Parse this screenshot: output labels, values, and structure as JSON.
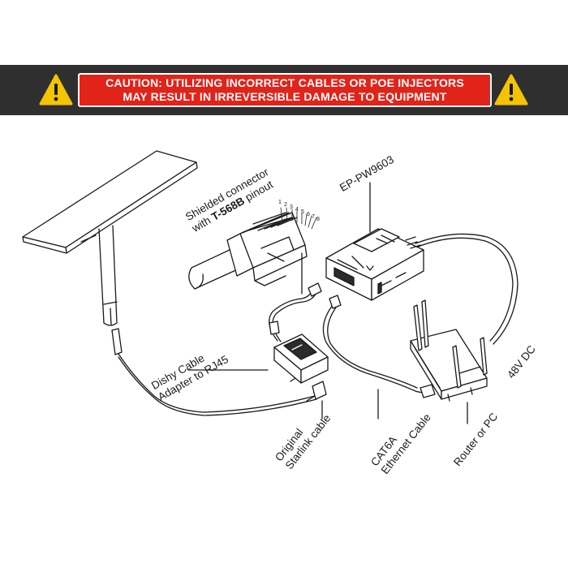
{
  "banner": {
    "line1": "CAUTION: UTILIZING INCORRECT CABLES OR POE INJECTORS",
    "line2": "MAY RESULT IN IRREVERSIBLE DAMAGE TO EQUIPMENT",
    "warning_icon": "warning-triangle-icon",
    "colors": {
      "bar": "#2f2f2f",
      "caution_box": "#e2231a",
      "icon": "#f5c400",
      "text": "#ffffff"
    }
  },
  "labels": {
    "shielded_line1": "Shielded connector",
    "shielded_line2_prefix": "with ",
    "shielded_line2_bold": "T-568B",
    "shielded_line2_suffix": " pinout",
    "pins": [
      "1",
      "2",
      "3",
      "4",
      "5",
      "6",
      "7",
      "8"
    ],
    "injector": "EP-PW9603",
    "dishy_line1": "Dishy Cable",
    "dishy_line2": "Adapter to RJ45",
    "original_line1": "Original",
    "original_line2": "Starlink cable",
    "cat6a_line1": "CAT6A",
    "cat6a_line2": "Ethernet Cable",
    "router": "Router or PC",
    "power": "48V DC"
  }
}
